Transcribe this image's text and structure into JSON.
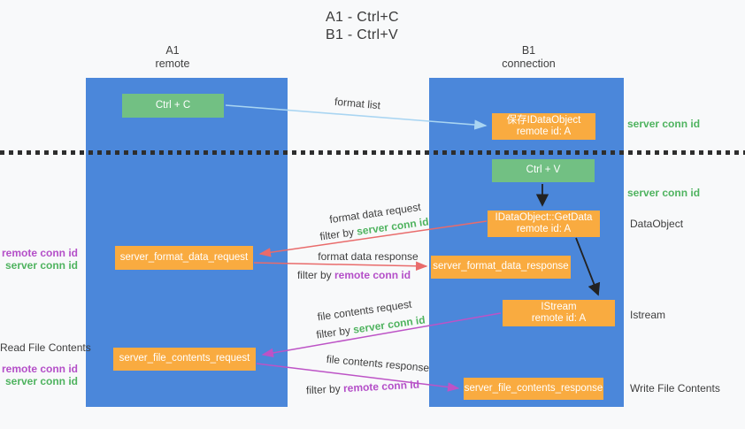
{
  "title": {
    "line1": "A1 - Ctrl+C",
    "line2": "B1 - Ctrl+V"
  },
  "columns": {
    "left": {
      "name": "A1",
      "subtitle": "remote"
    },
    "right": {
      "name": "B1",
      "subtitle": "connection"
    }
  },
  "nodes": {
    "ctrl_c": {
      "label": "Ctrl + C"
    },
    "save_idataobject": {
      "line1": "保存IDataObject",
      "line2": "remote id: A"
    },
    "ctrl_v": {
      "label": "Ctrl + V"
    },
    "getdata": {
      "line1": "IDataObject::GetData",
      "line2": "remote id: A"
    },
    "format_request": {
      "label": "server_format_data_request"
    },
    "format_response": {
      "label": "server_format_data_response"
    },
    "istream": {
      "line1": "IStream",
      "line2": "remote id: A"
    },
    "file_request": {
      "label": "server_file_contents_request"
    },
    "file_response": {
      "label": "server_file_contents_response"
    }
  },
  "flows": {
    "format_list": {
      "label": "format list"
    },
    "format_data_request": {
      "label": "format data request",
      "filter_prefix": "filter by",
      "filter_key": "server conn id"
    },
    "format_data_response": {
      "label": "format data response",
      "filter_prefix": "filter by",
      "filter_key": "remote conn id"
    },
    "file_contents_request": {
      "label": "file contents request",
      "filter_prefix": "filter by",
      "filter_key": "server conn id"
    },
    "file_contents_response": {
      "label": "file contents response",
      "filter_prefix": "filter by",
      "filter_key": "remote conn id"
    }
  },
  "right_annotations": {
    "server_conn_top": "server conn id",
    "server_conn_mid": "server conn id",
    "dataobject": "DataObject",
    "istream": "Istream",
    "write_file": "Write File Contents"
  },
  "left_annotations": {
    "format": {
      "remote": "remote conn id",
      "server": "server conn id"
    },
    "read_file": "Read File Contents",
    "file": {
      "remote": "remote conn id",
      "server": "server conn id"
    }
  },
  "colors": {
    "column_blue": "#4b87da",
    "node_green": "#72c083",
    "node_orange": "#f9ab40",
    "server_conn_green": "#4fb35f",
    "remote_conn_purple": "#b44fc8",
    "arrow_red": "#e96b6b",
    "arrow_purple": "#bd53c6",
    "arrow_blue": "#a9d5f2",
    "arrow_black": "#222222",
    "background": "#f8f9fa"
  }
}
